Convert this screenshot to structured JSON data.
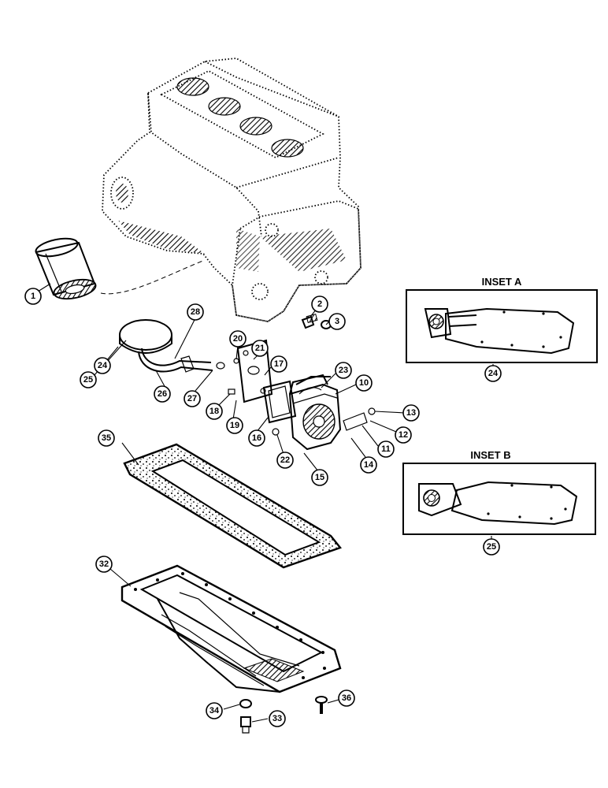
{
  "insets": [
    {
      "title": "INSET A",
      "ref": "24"
    },
    {
      "title": "INSET B",
      "ref": "25"
    }
  ],
  "callouts": [
    "1",
    "2",
    "3",
    "10",
    "11",
    "12",
    "13",
    "14",
    "15",
    "16",
    "17",
    "18",
    "19",
    "20",
    "21",
    "22",
    "23",
    "24",
    "25",
    "26",
    "27",
    "28",
    "32",
    "33",
    "34",
    "35",
    "36"
  ]
}
